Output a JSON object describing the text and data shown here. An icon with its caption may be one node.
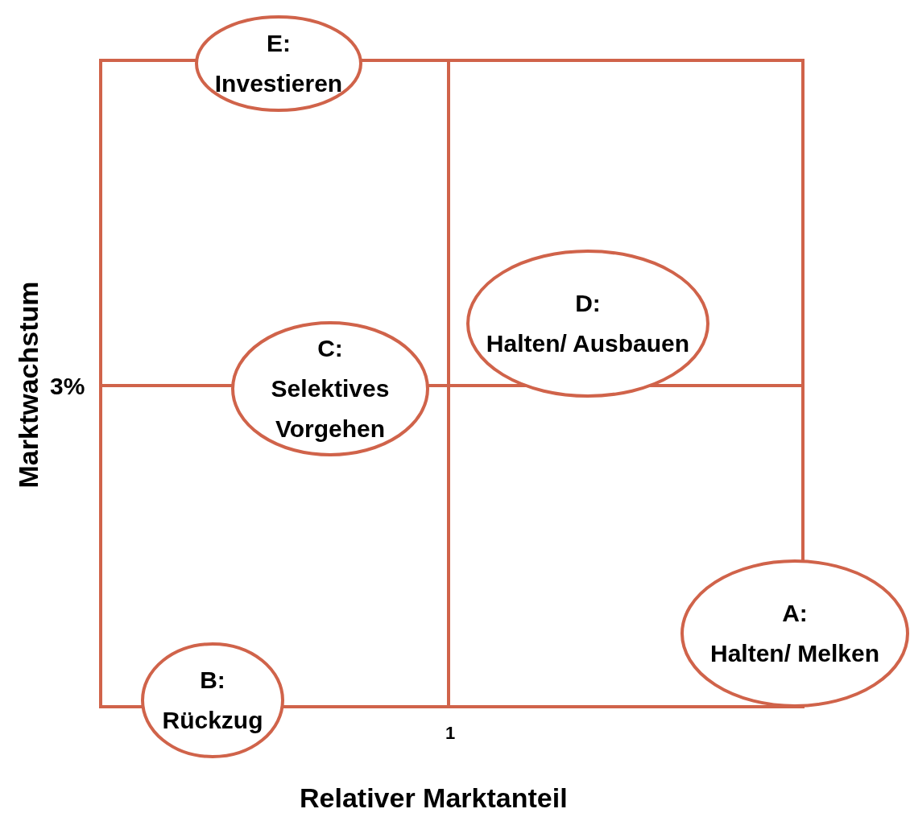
{
  "diagram": {
    "nodes": [
      {
        "text": [
          "E:",
          "Investieren"
        ]
      },
      {
        "text": [
          "D:",
          "Halten/ Ausbauen"
        ]
      },
      {
        "text": [
          "C:",
          "Selektives Vorgehen"
        ]
      },
      {
        "text": [
          "A:",
          "Halten/ Melken"
        ]
      },
      {
        "text": [
          "B:",
          "Rückzug"
        ]
      }
    ],
    "labels": [
      "Marktwachstum",
      "3%",
      "1",
      "Relativer Marktanteil"
    ]
  }
}
